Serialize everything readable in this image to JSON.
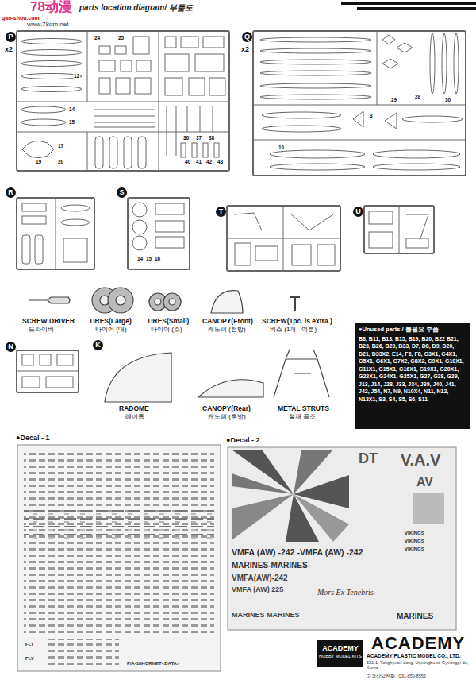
{
  "diagram": {
    "title": "parts location diagram/ 부품도",
    "nodes": [
      {
        "text": [
          "parts location diagram/ 부품도"
        ]
      },
      {
        "text": [
          "P",
          "x2"
        ]
      },
      {
        "text": [
          "Q",
          "x2"
        ]
      },
      {
        "text": [
          "R"
        ]
      },
      {
        "text": [
          "S"
        ]
      },
      {
        "text": [
          "T"
        ]
      },
      {
        "text": [
          "U"
        ]
      },
      {
        "text": [
          "N"
        ]
      },
      {
        "text": [
          "●Unused parts / 불필요 부품",
          "B8, B11, B13, B15, B19, B20, B22 B21, B23, B26, B29, B33, D7, D8, D9, D20, D21, D33X2, E14, F6, F8, G3X1, G4X1, G5X1, G6X1, G7X2, G8X2, G9X1, G10X1, G11X1, G15X1, G16X1, G19X1, G20X1, G22X1, G24X1, G25X1, G27, G28, G29, J13, J14, J28, J33, J34, J39, J40, J41, J42, J54, N7, N9, N10X4, N11, N12, N13X1, S3, S4, S5, S6, S11"
        ]
      },
      {
        "text": [
          "●Decal - 1"
        ]
      },
      {
        "text": [
          "●Decal - 2"
        ]
      },
      {
        "text": [
          "ACADEMY",
          "HOBBY MODEL KITS"
        ]
      }
    ],
    "labels": [
      "gao-shou.com",
      "78动漫",
      "www.78dm.net",
      "SCREW DRIVER",
      "드라이버",
      "TIRES(Large)",
      "타이어 (대)",
      "TIRES(Small)",
      "타이어 (소)",
      "CANOPY(Front)",
      "캐노피 (전방)",
      "SCREW(1pc. is extra.)",
      "비스 (1개 - 여분)",
      "K",
      "RADOME",
      "레이돔",
      "CANOPY(Rear)",
      "캐노피 (후방)",
      "METAL STRUTS",
      "철재 골조",
      "F/A-18HORNET<DATA>",
      "FLY",
      "FLY",
      "VMFA (AW) -242 -VMFA (AW) -242",
      "MARINES-MARINES-",
      "VMFA(AW)-242",
      "VMFA (AW) 225",
      "Mors Ex Tenebris",
      "MARINES",
      "MARINES MARINES",
      "VIKINGS",
      "VIKINGS",
      "VIKINGS",
      "V.A.V",
      "AV",
      "DT",
      "ACADEMY",
      "ACADEMY PLASTIC MODEL CO., LTD.",
      "521-1, Yonghyeon-dong, Uijeongbu-si, Gyeonggi-do, Korea",
      "고객상담전화 : 031-850-8555",
      "24",
      "25",
      "12",
      "14",
      "15",
      "17",
      "19",
      "20",
      "36",
      "37",
      "38",
      "40",
      "41",
      "42",
      "43",
      "28",
      "29",
      "30",
      "10",
      "3",
      "14",
      "15",
      "16"
    ]
  }
}
